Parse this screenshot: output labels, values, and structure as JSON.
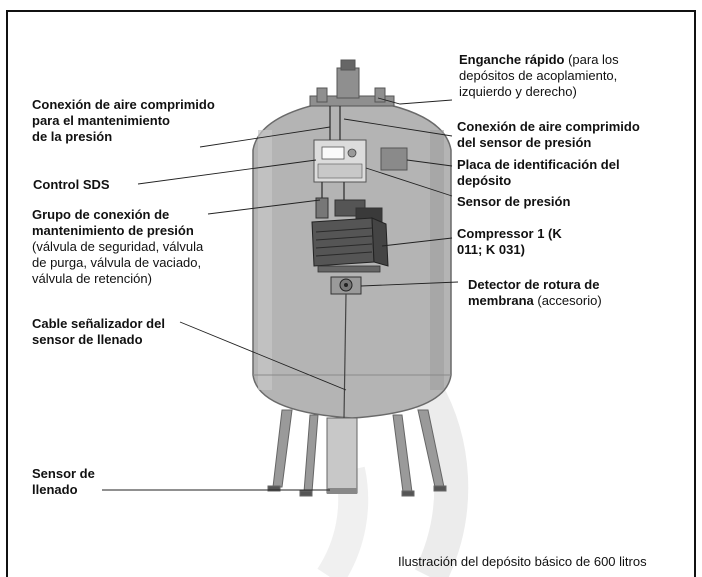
{
  "labels": {
    "quick_coupling": {
      "bold": "Enganche rápido",
      "normal": " (para los",
      "line2": "depósitos  de acoplamiento,",
      "line3": "izquierdo y derecho)"
    },
    "air_maint": {
      "line1": "Conexión de aire comprimido",
      "line2": "para el  mantenimiento",
      "line3": "de la presión"
    },
    "air_sensor": {
      "line1": "Conexión de aire comprimido",
      "line2": "del sensor de presión"
    },
    "nameplate": {
      "line1": "Placa de identificación del",
      "line2": "depósito"
    },
    "control": {
      "line1": "Control SDS"
    },
    "pressure_sensor": {
      "line1": "Sensor de presión"
    },
    "valve_group": {
      "line1": "Grupo de conexión de",
      "line2": "mantenimiento de presión",
      "line3": "(válvula de seguridad, válvula",
      "line4": "de purga,  válvula de vaciado,",
      "line5": "válvula de retención)"
    },
    "compressor": {
      "line1": "Compressor 1 (K",
      "line2": "011; K 031)"
    },
    "membrane": {
      "line1": "Detector de rotura de",
      "line2_bold": "membrana",
      "line2_normal": " (accesorio)"
    },
    "fill_cable": {
      "line1": "Cable señalizador del",
      "line2": "sensor de llenado"
    },
    "fill_sensor": {
      "line1": "Sensor de",
      "line2": "llenado"
    }
  },
  "caption": "Ilustración del depósito básico de 600 litros",
  "colors": {
    "tank_fill": "#b4b4b4",
    "tank_edge": "#6a6a6a",
    "watermark": "#ececec",
    "line": "#222222"
  }
}
